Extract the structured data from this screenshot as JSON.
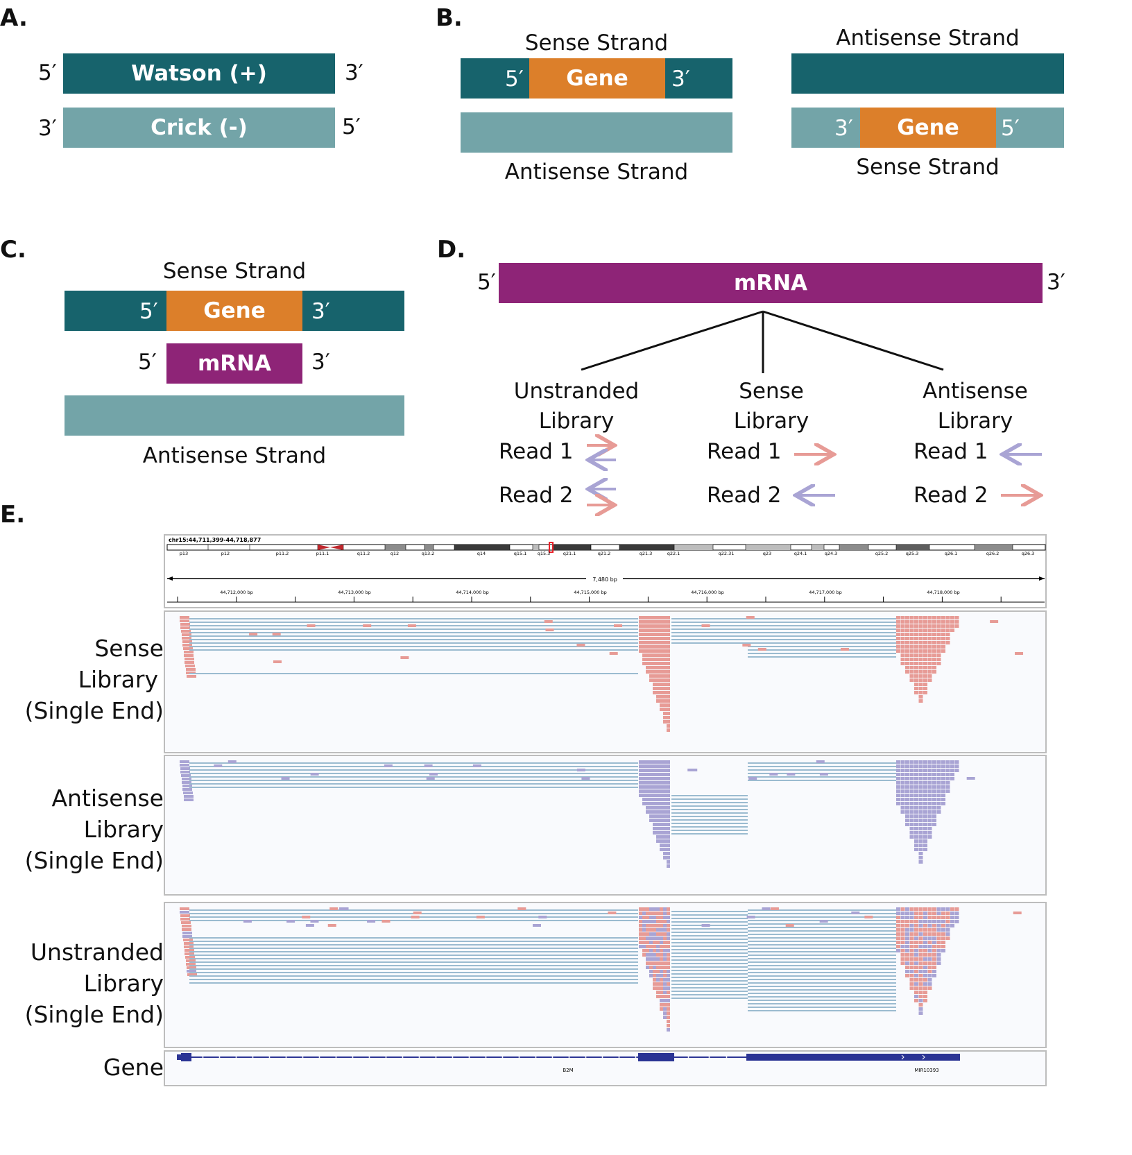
{
  "colors": {
    "watson": "#17636c",
    "crick": "#73a4a8",
    "gene": "#dc7f2a",
    "mrna": "#8e2477",
    "read_sense": "#e79b96",
    "read_antisense": "#a9a4d4",
    "intron_line": "#9bbbd0",
    "gene_track": "#2b3494"
  },
  "panel_a": {
    "letter": "A.",
    "watson_label": "Watson (+)",
    "crick_label": "Crick (-)",
    "watson_left": "5′",
    "watson_right": "3′",
    "crick_left": "3′",
    "crick_right": "5′"
  },
  "panel_b": {
    "letter": "B.",
    "left": {
      "top_title": "Sense Strand",
      "bar_left": "5′",
      "gene": "Gene",
      "bar_right": "3′",
      "bottom_title": "Antisense Strand"
    },
    "right": {
      "top_title": "Antisense Strand",
      "bar_left": "3′",
      "gene": "Gene",
      "bar_right": "5′",
      "bottom_title": "Sense Strand"
    }
  },
  "panel_c": {
    "letter": "C.",
    "top_title": "Sense Strand",
    "bar_left": "5′",
    "gene": "Gene",
    "bar_right": "3′",
    "mrna_left": "5′",
    "mrna": "mRNA",
    "mrna_right": "3′",
    "bottom_title": "Antisense Strand"
  },
  "panel_d": {
    "letter": "D.",
    "mrna_left": "5′",
    "mrna": "mRNA",
    "mrna_right": "3′",
    "libraries": [
      {
        "line1": "Unstranded",
        "line2": "Library",
        "read1": "Read 1",
        "read2": "Read 2"
      },
      {
        "line1": "Sense",
        "line2": "Library",
        "read1": "Read 1",
        "read2": "Read 2"
      },
      {
        "line1": "Antisense",
        "line2": "Library",
        "read1": "Read 1",
        "read2": "Read 2"
      }
    ]
  },
  "panel_e": {
    "letter": "E.",
    "locus": "chr15:44,711,399-44,718,877",
    "span": "7,480 bp",
    "cytobands": [
      "p13",
      "p12",
      "p11.2",
      "p11.1",
      "q11.2",
      "q12",
      "q13.2",
      "q14",
      "q15.1",
      "q15.3",
      "q21.1",
      "q21.2",
      "q21.3",
      "q22.1",
      "q22.31",
      "q23",
      "q24.1",
      "q24.3",
      "q25.2",
      "q25.3",
      "q26.1",
      "q26.2",
      "q26.3"
    ],
    "ruler_ticks": [
      "44,712,000 bp",
      "44,713,000 bp",
      "44,714,000 bp",
      "44,715,000 bp",
      "44,716,000 bp",
      "44,717,000 bp",
      "44,718,000 bp"
    ],
    "tracks": [
      {
        "line1": "Sense",
        "line2": "Library",
        "line3": "(Single End)"
      },
      {
        "line1": "Antisense",
        "line2": "Library",
        "line3": "(Single End)"
      },
      {
        "line1": "Unstranded",
        "line2": "Library",
        "line3": "(Single End)"
      }
    ],
    "gene_track_label": "Gene",
    "genes": [
      "B2M",
      "MIR10393"
    ]
  }
}
